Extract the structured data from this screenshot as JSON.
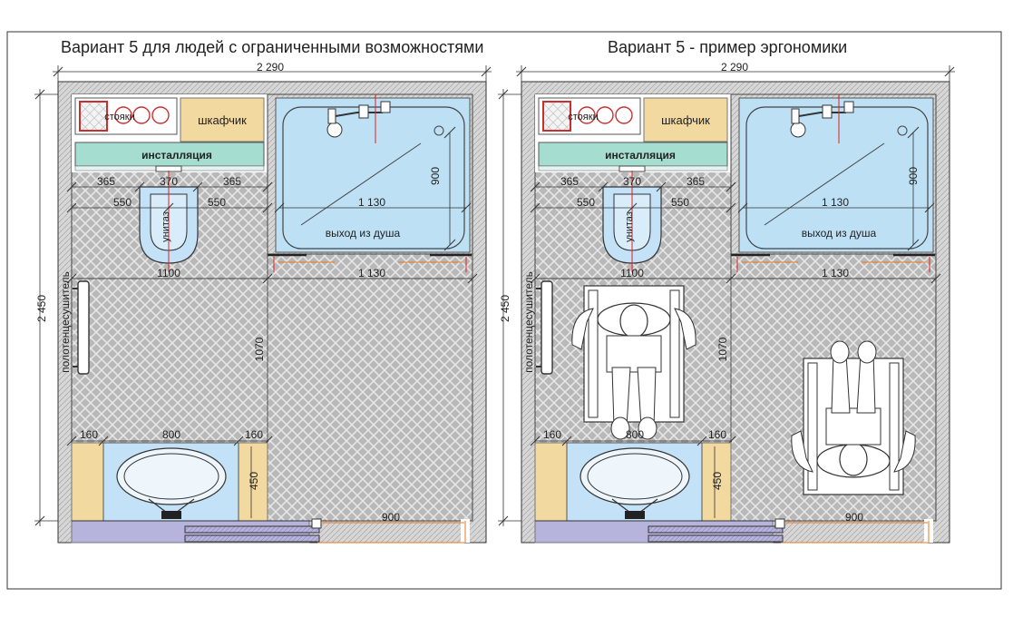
{
  "left": {
    "title": "Вариант 5 для людей с ограниченными возможностями",
    "dims": {
      "overall_width": "2 290",
      "overall_height": "2 450",
      "d365a": "365",
      "d370": "370",
      "d365b": "365",
      "d550a": "550",
      "d550b": "550",
      "d1130a": "1 130",
      "d900v": "900",
      "d1100": "1100",
      "d1130b": "1 130",
      "d1070": "1070",
      "d160a": "160",
      "d800": "800",
      "d160b": "160",
      "d450": "450",
      "d900h": "900"
    },
    "labels": {
      "stoyaki": "стояки",
      "cabinet": "шкафчик",
      "installation": "инсталляция",
      "toilet": "унитаз",
      "shower_exit": "выход из душа",
      "towel_dryer": "полотенцесушитель"
    }
  },
  "right": {
    "title": "Вариант 5 - пример эргономики",
    "dims": {
      "overall_width": "2 290",
      "overall_height": "2 450",
      "d365a": "365",
      "d370": "370",
      "d365b": "365",
      "d550a": "550",
      "d550b": "550",
      "d1130a": "1 130",
      "d900v": "900",
      "d1100": "1100",
      "d1130b": "1 130",
      "d1070": "1070",
      "d160a": "160",
      "d800": "800",
      "d160b": "160",
      "d450": "450",
      "d900h": "900"
    },
    "labels": {
      "stoyaki": "стояки",
      "cabinet": "шкафчик",
      "installation": "инсталляция",
      "toilet": "унитаз",
      "shower_exit": "выход из душа",
      "towel_dryer": "полотенцесушитель"
    }
  },
  "colors": {
    "wall": "#d4d4d4",
    "floor": "#b3b3b3",
    "shower": "#bee0f5",
    "cabinet": "#f2d99f",
    "installation": "#a5ddd1",
    "sink": "#c4e2f7",
    "door": "#b6b3dc",
    "redline": "#e02020",
    "orange": "#e8791e"
  }
}
